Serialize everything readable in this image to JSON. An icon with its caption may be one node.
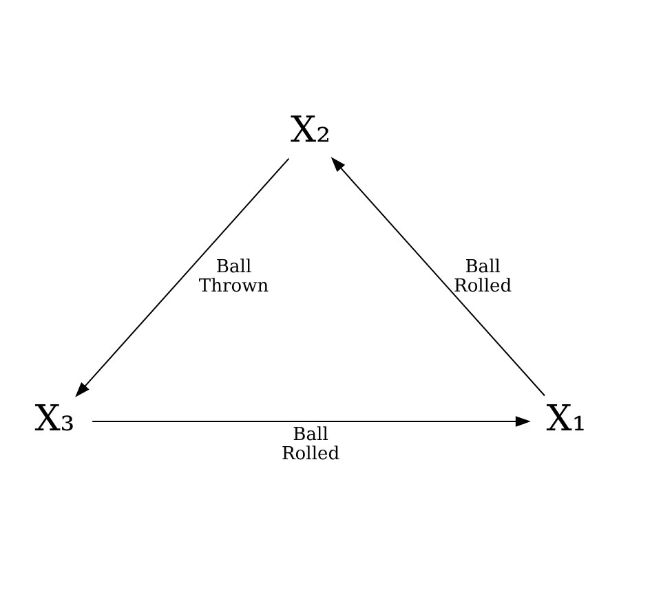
{
  "diagram": {
    "nodes": [
      {
        "text": [
          "X₁"
        ]
      },
      {
        "text": [
          "X₂"
        ]
      },
      {
        "text": [
          "X₃"
        ]
      }
    ],
    "edges": [
      {
        "from": 0,
        "to": 1,
        "arrow": "to",
        "label": "Ball Rolled"
      },
      {
        "from": 1,
        "to": 2,
        "arrow": "to",
        "label": "Ball Thrown"
      },
      {
        "from": 2,
        "to": 0,
        "arrow": "to",
        "label": "Ball Rolled"
      }
    ]
  }
}
